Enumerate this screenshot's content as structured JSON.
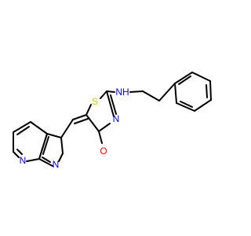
{
  "molecule": {
    "atom_labels": {
      "nh": "NH",
      "thiazole_s": "S",
      "thiazole_n": "N",
      "oxygen": "O",
      "pyridine_n": "N",
      "pyrrole_n": "N"
    },
    "colors": {
      "bond": "#000000",
      "nitrogen": "#0000ff",
      "sulfur": "#cccc00",
      "oxygen": "#ff0000",
      "background": "#ffffff"
    }
  }
}
